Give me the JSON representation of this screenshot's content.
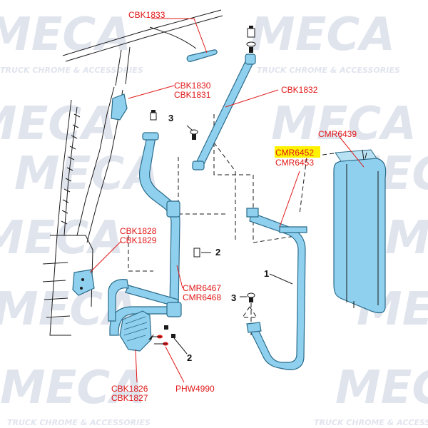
{
  "colors": {
    "part_fill": "#8fd0ee",
    "part_stroke": "#2a6b8a",
    "label": "#e01818",
    "highlight": "#fff200",
    "ink": "#1a1a1a",
    "watermark": "#c8cfe0"
  },
  "watermark": {
    "logo_text": "MECA",
    "tagline": "TRUCK CHROME & ACCESSORIES"
  },
  "labels": {
    "cbk1833": "CBK1833",
    "cbk1830": "CBK1830",
    "cbk1831": "CBK1831",
    "cbk1832": "CBK1832",
    "cmr6452": "CMR6452",
    "cmr6453": "CMR6453",
    "cmr6439": "CMR6439",
    "cbk1828": "CBK1828",
    "cbk1829": "CBK1829",
    "cmr6467": "CMR6467",
    "cmr6468": "CMR6468",
    "cbk1826": "CBK1826",
    "cbk1827": "CBK1827",
    "phw4990": "PHW4990"
  },
  "callouts": {
    "n3_upper": "3",
    "n2_mid": "2",
    "n1": "1",
    "n3_lower": "3",
    "n2_lower": "2"
  }
}
